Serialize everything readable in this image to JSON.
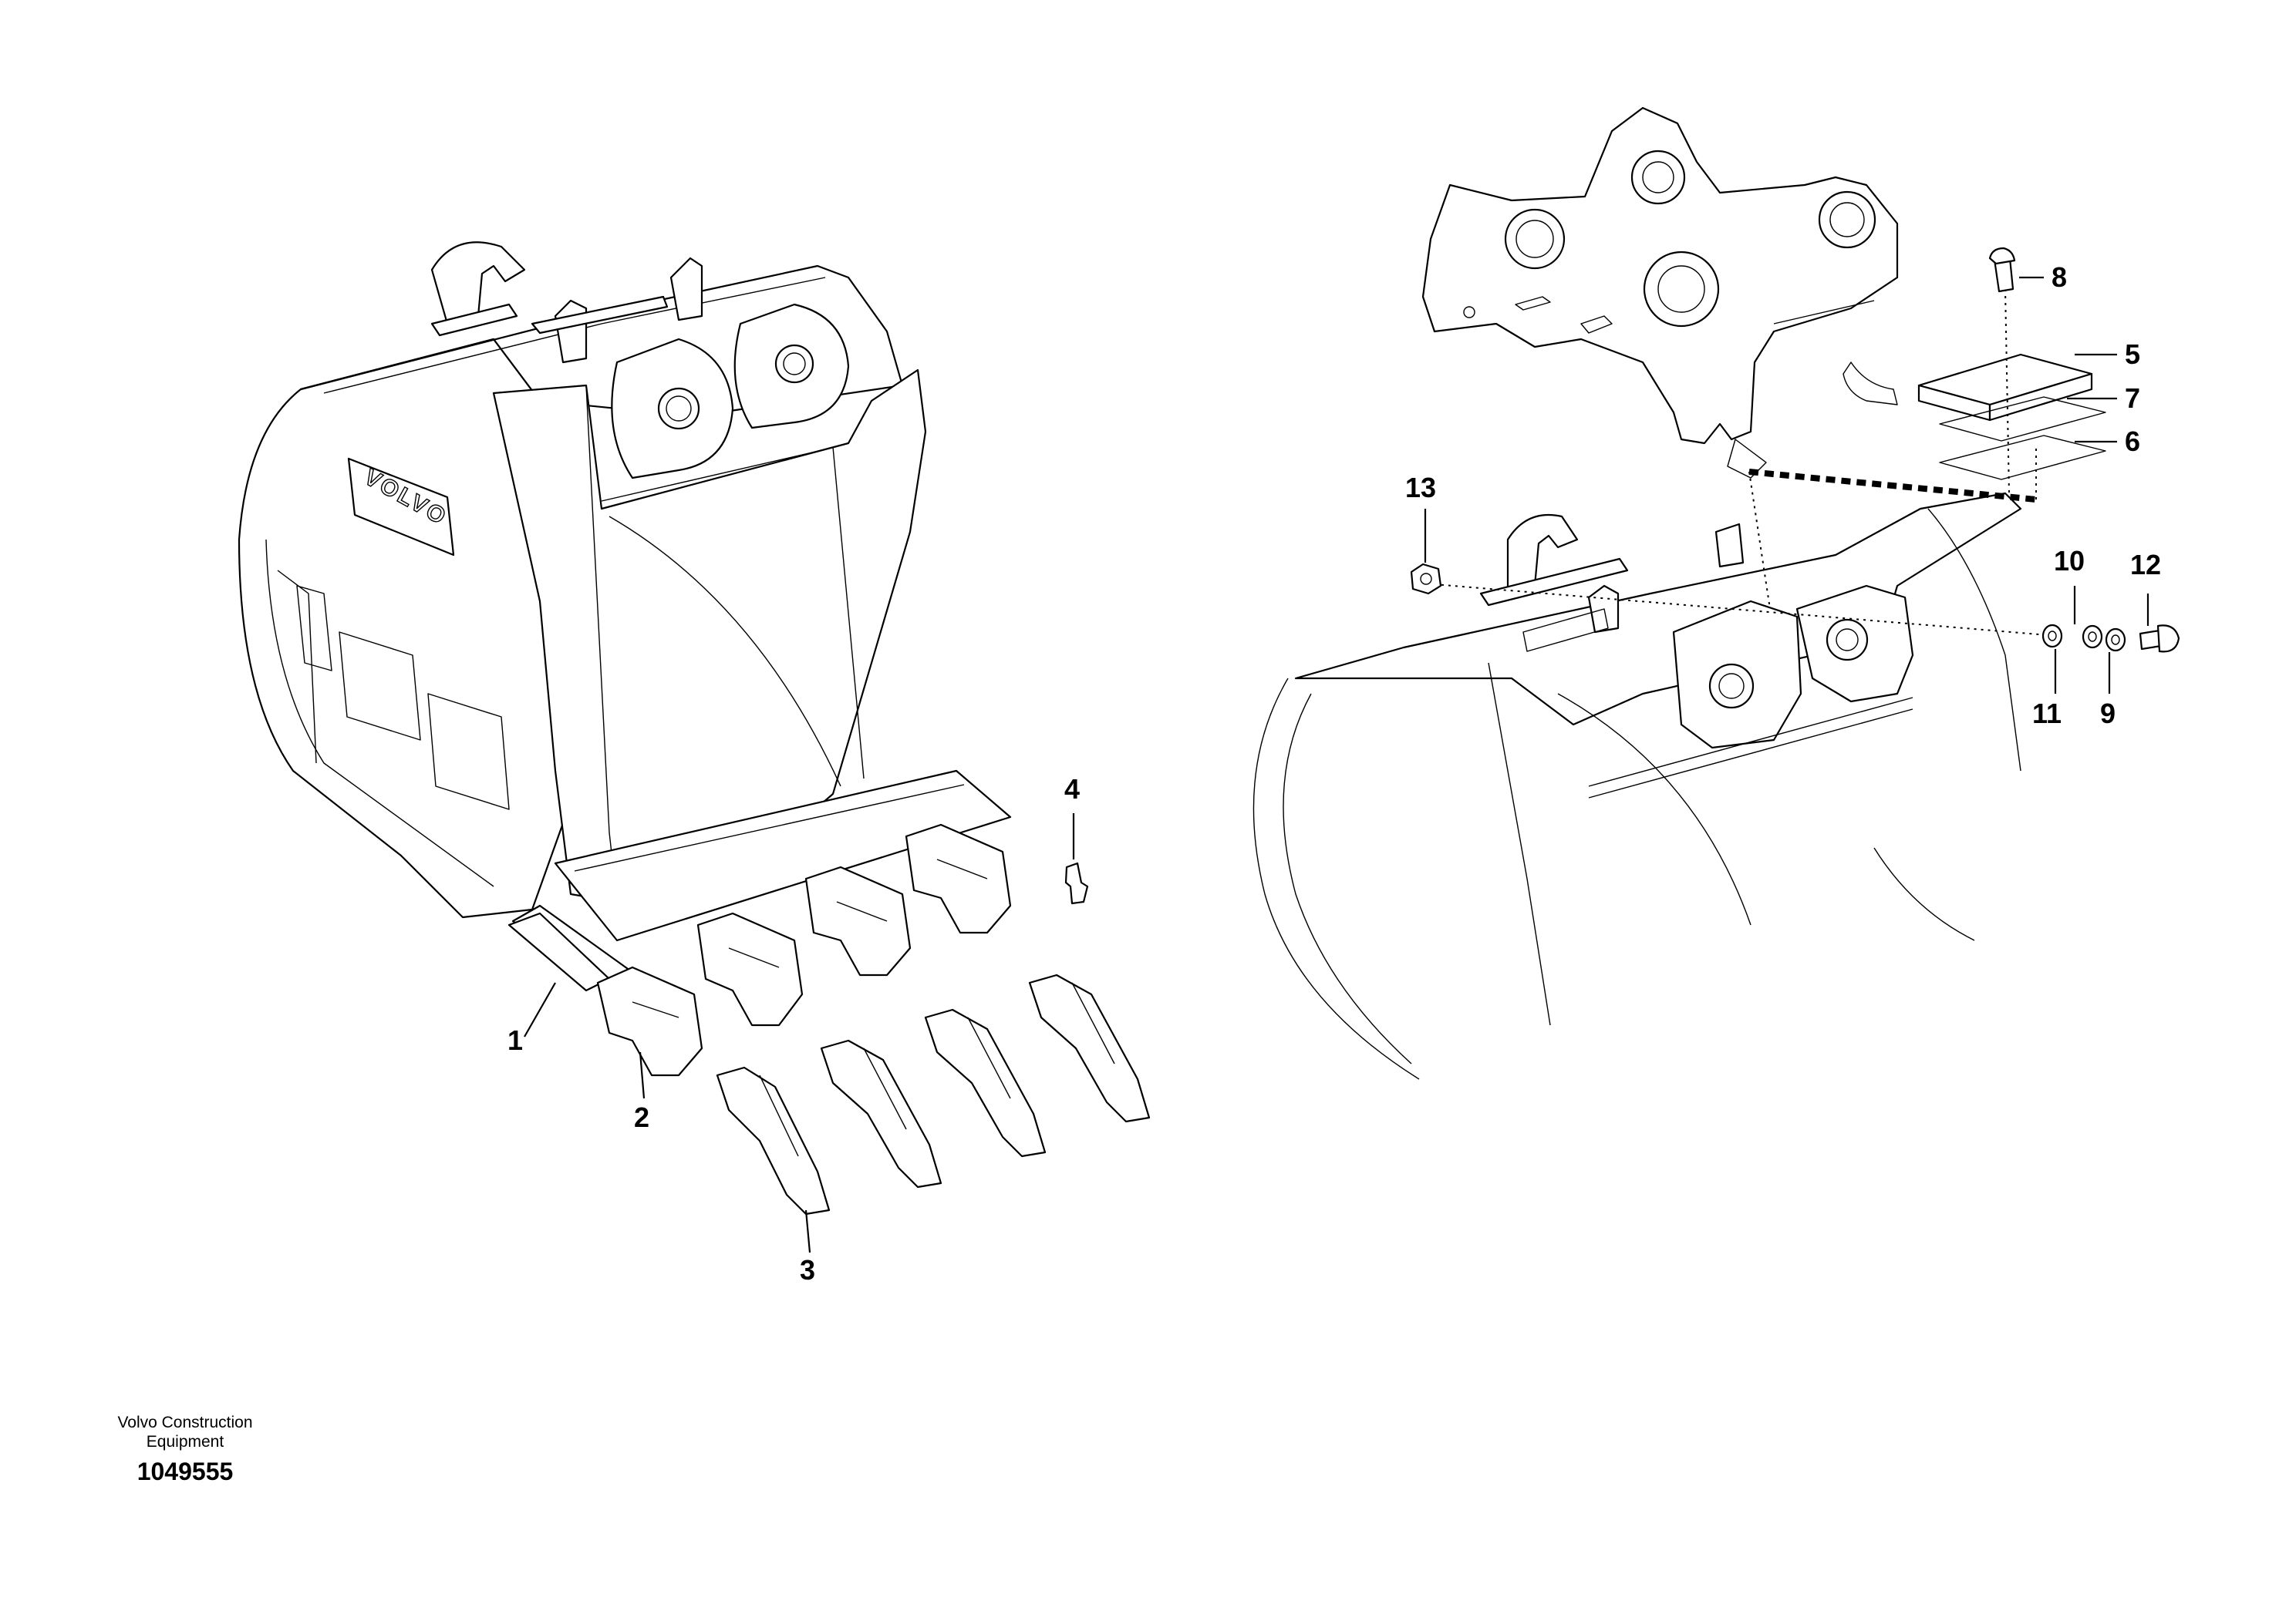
{
  "callouts": [
    {
      "id": "1",
      "label": "1"
    },
    {
      "id": "2",
      "label": "2"
    },
    {
      "id": "3",
      "label": "3"
    },
    {
      "id": "4",
      "label": "4"
    },
    {
      "id": "5",
      "label": "5"
    },
    {
      "id": "6",
      "label": "6"
    },
    {
      "id": "7",
      "label": "7"
    },
    {
      "id": "8",
      "label": "8"
    },
    {
      "id": "9",
      "label": "9"
    },
    {
      "id": "10",
      "label": "10"
    },
    {
      "id": "11",
      "label": "11"
    },
    {
      "id": "12",
      "label": "12"
    },
    {
      "id": "13",
      "label": "13"
    }
  ],
  "brand_plate": "VOLVO",
  "caption": {
    "line1": "Volvo Construction",
    "line2": "Equipment",
    "number": "1049555"
  }
}
